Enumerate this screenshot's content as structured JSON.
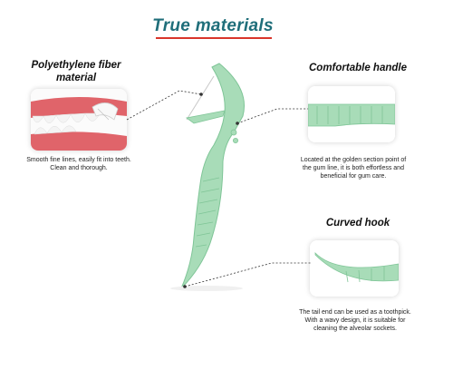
{
  "title": "True materials",
  "colors": {
    "title": "#1f6e7a",
    "underline": "#d9352b",
    "pick_green": "#a8dcb8",
    "pick_stroke": "#7fc597",
    "gum": "#e0646a",
    "tooth": "#f4f4f4"
  },
  "features": {
    "fiber": {
      "heading_line1": "Polyethylene fiber",
      "heading_line2": "material",
      "caption_line1": "Smooth fine lines, easily fit into teeth.",
      "caption_line2": "Clean and thorough."
    },
    "handle": {
      "heading": "Comfortable handle",
      "caption_line1": "Located at the golden section point of",
      "caption_line2": "the gum line, it is both effortless and",
      "caption_line3": "beneficial for gum care."
    },
    "hook": {
      "heading": "Curved hook",
      "caption_line1": "The tail end can be used as a toothpick.",
      "caption_line2": "With a wavy design, it is suitable for",
      "caption_line3": "cleaning the alveolar sockets."
    }
  }
}
